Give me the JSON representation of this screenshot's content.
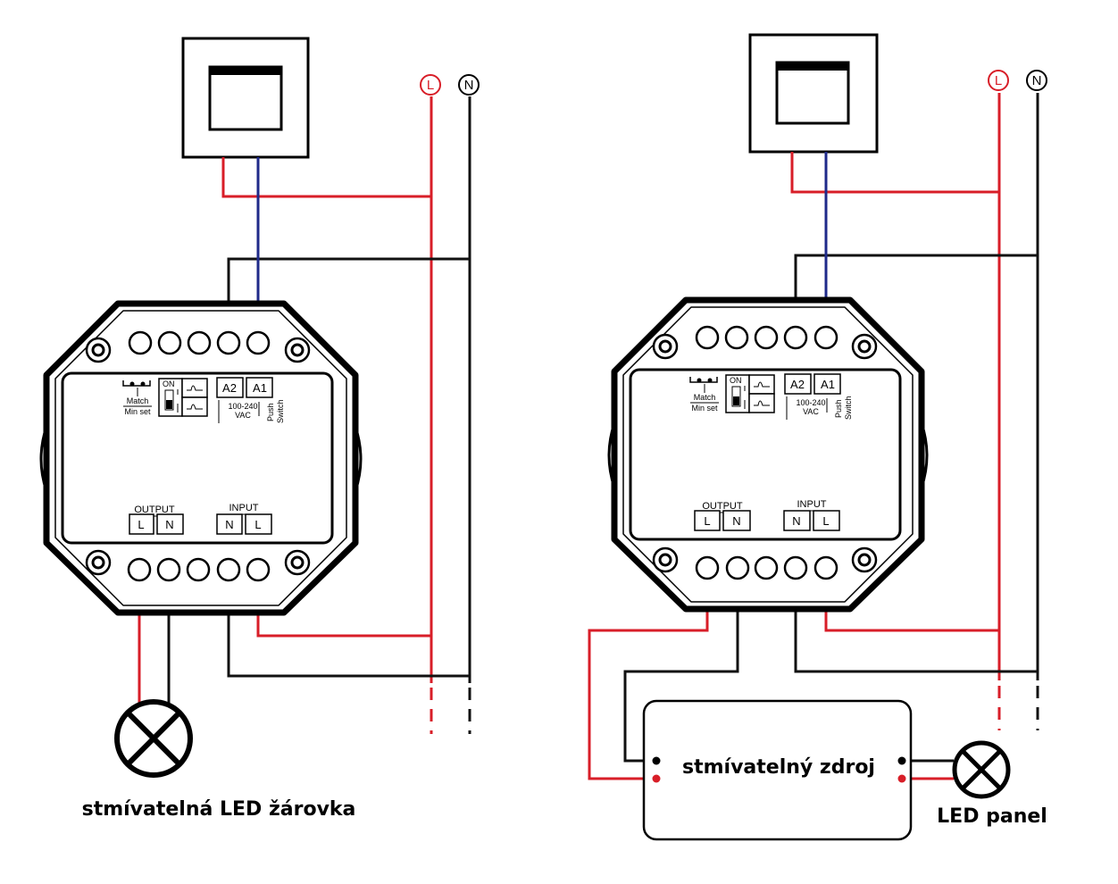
{
  "colors": {
    "live": "#d81e28",
    "neutral": "#111111",
    "signal": "#1f2a8a"
  },
  "supply": {
    "live_label": "L",
    "neutral_label": "N"
  },
  "module": {
    "match_label": "Match",
    "minset_label": "Min set",
    "dip_on_label": "ON",
    "terminal_a2": "A2",
    "terminal_a1": "A1",
    "voltage_label": "100-240",
    "vac_label": "VAC",
    "push_label": "Push",
    "switch_label": "Switch",
    "output_label": "OUTPUT",
    "input_label": "INPUT",
    "out_l": "L",
    "out_n": "N",
    "in_n": "N",
    "in_l": "L"
  },
  "left_diagram": {
    "load_label": "stmívatelná LED žárovka"
  },
  "right_diagram": {
    "driver_label": "stmívatelný zdroj",
    "load_label": "LED panel"
  }
}
